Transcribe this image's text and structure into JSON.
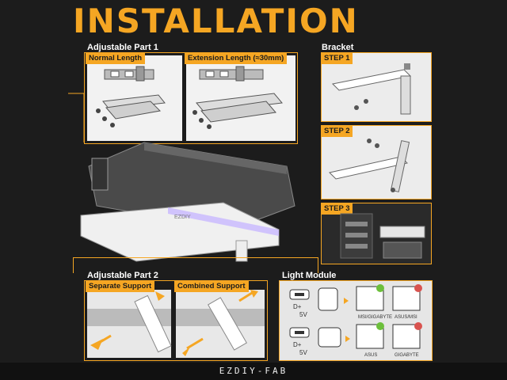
{
  "title": "INSTALLATION",
  "adjustable_part_1": {
    "label": "Adjustable Part 1",
    "normal_length": "Normal Length",
    "extension_length": "Extension Length (≈30mm)"
  },
  "bracket": {
    "label": "Bracket",
    "steps": [
      "STEP 1",
      "STEP 2",
      "STEP 3"
    ]
  },
  "adjustable_part_2": {
    "label": "Adjustable Part 2",
    "separate_support": "Separate Support",
    "combined_support": "Combined Support"
  },
  "light_module": {
    "label": "Light Module",
    "pin_d_plus": "D+",
    "pin_5v": "5V",
    "row1_left_caption": "MSI/GIGABYTE",
    "row1_right_caption": "ASUS/MSI",
    "row2_left_caption": "ASUS",
    "row2_right_caption": "GIGABYTE",
    "ok_icon": "check-icon",
    "no_icon": "cross-icon"
  },
  "device_brand": "EZDIY",
  "footer": "EZDIY-FAB",
  "colors": {
    "accent": "#f5a623",
    "background": "#1c1c1c",
    "ok": "#6cbf3b",
    "no": "#d9534f"
  }
}
